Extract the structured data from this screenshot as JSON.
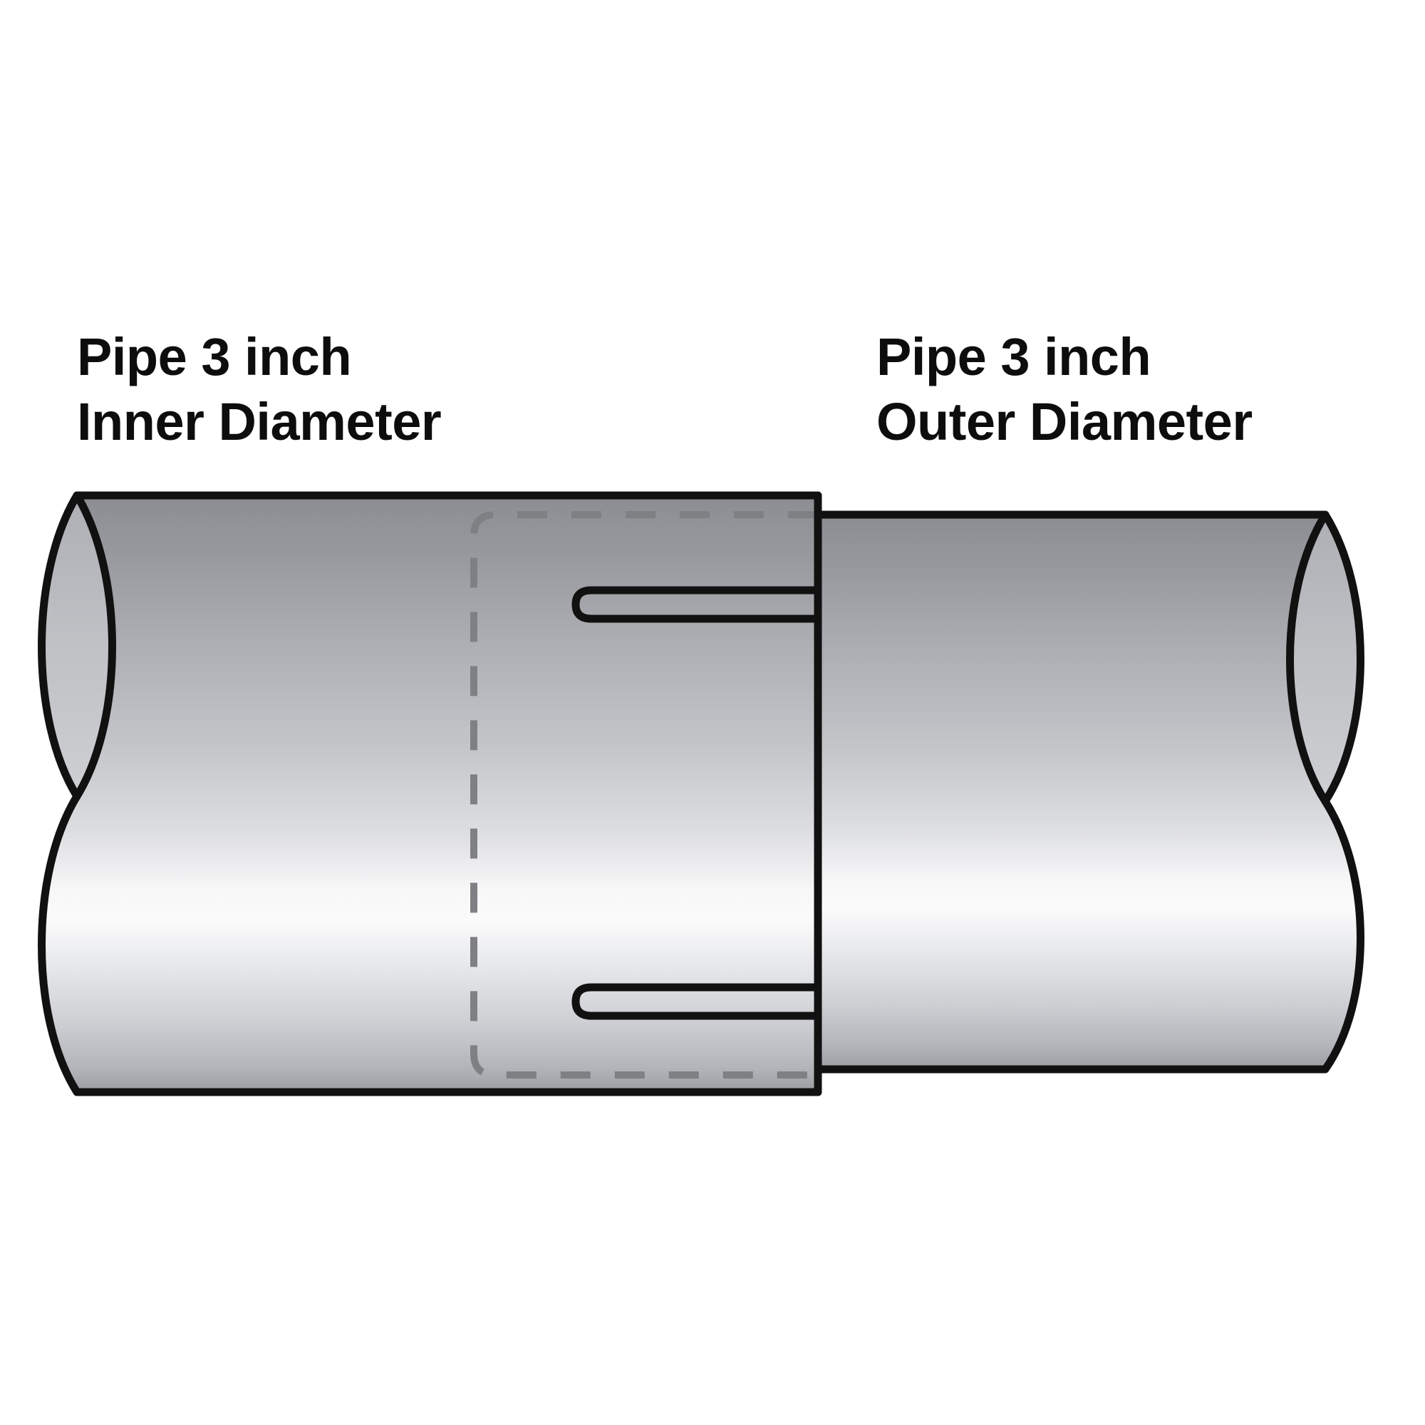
{
  "diagram": {
    "title": "Pipe coupling cross-section diagram",
    "background_color": "#ffffff",
    "outline_color": "#111111",
    "hidden_line_color": "#7f8084",
    "metal_light": "#fbfbfc",
    "metal_mid": "#c3c5c9",
    "metal_dark": "#8b8d92"
  },
  "labels": {
    "left": {
      "line1": "Pipe 3 inch",
      "line2": "Inner Diameter"
    },
    "right": {
      "line1": "Pipe 3 inch",
      "line2": "Outer Diameter"
    }
  },
  "parts": [
    {
      "name": "left-pipe",
      "label": "Pipe 3 inch Inner Diameter",
      "description": "Larger socket pipe on the left with slotted end"
    },
    {
      "name": "right-pipe",
      "label": "Pipe 3 inch Outer Diameter",
      "description": "Smaller spigot pipe inserted on the right"
    },
    {
      "name": "hidden-edge",
      "label": "hidden insertion depth line",
      "description": "Dashed rectangle showing depth of inserted pipe"
    },
    {
      "name": "slot-upper",
      "label": "upper expansion slot"
    },
    {
      "name": "slot-lower",
      "label": "lower expansion slot"
    }
  ]
}
